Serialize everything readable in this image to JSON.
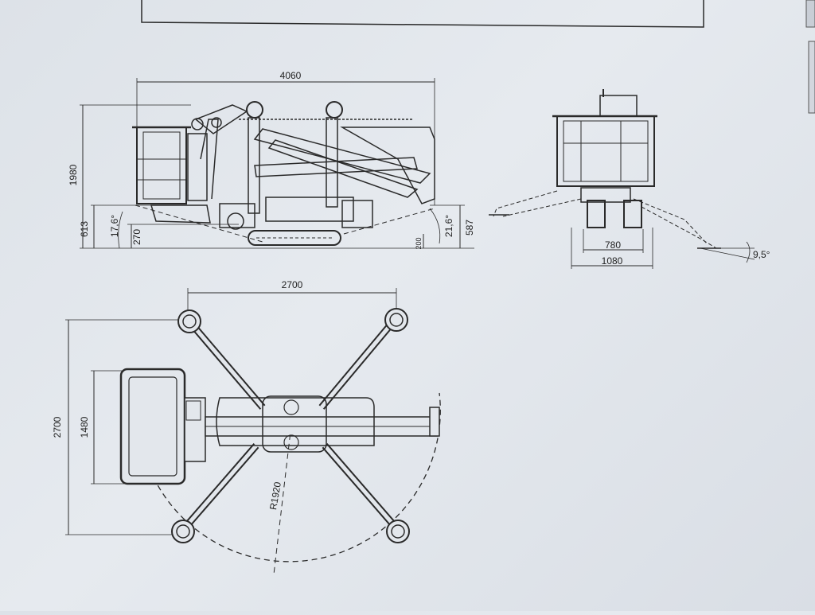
{
  "side_view": {
    "overall_length": "4060",
    "overall_height": "1980",
    "height_left": "613",
    "angle_left": "17,6°",
    "clearance": "270",
    "angle_right": "21,6°",
    "height_right": "587",
    "clearance_right": "200"
  },
  "front_view": {
    "track_inner": "780",
    "track_outer": "1080",
    "tilt_angle": "9,5°"
  },
  "top_view": {
    "outrigger_width": "2700",
    "outrigger_length": "2700",
    "basket_length": "1480",
    "turn_radius": "R1920"
  },
  "colors": {
    "paper": "#e2e6eb",
    "ink": "#2a2a2a"
  }
}
